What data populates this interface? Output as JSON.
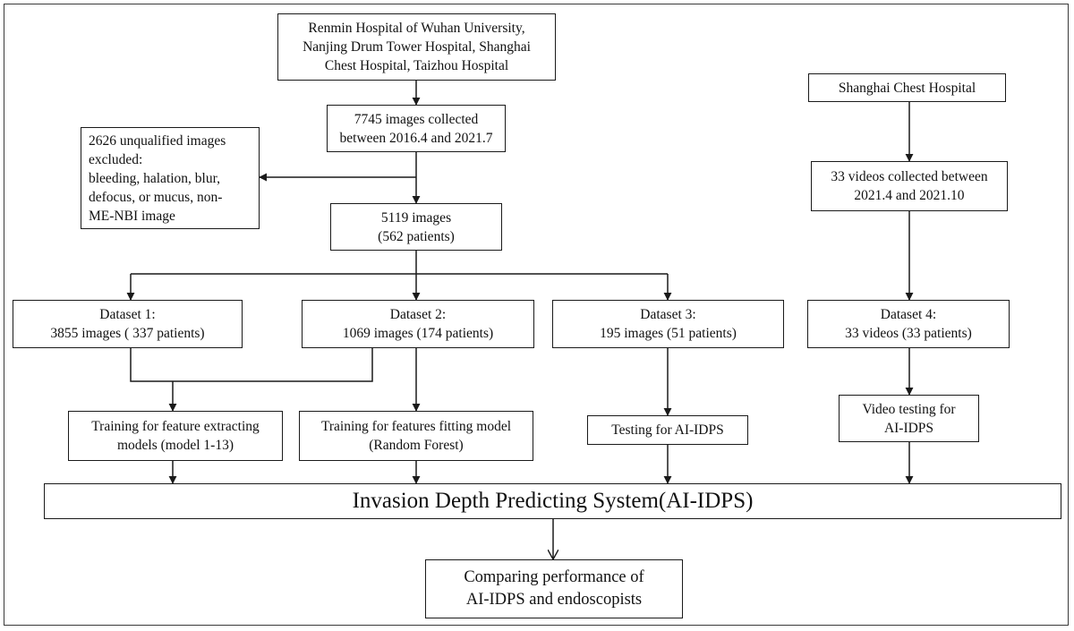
{
  "nodes": {
    "hospitals": [
      "Renmin Hospital of Wuhan University,",
      "Nanjing Drum Tower Hospital, Shanghai",
      "Chest Hospital, Taizhou  Hospital"
    ],
    "collected_images": [
      "7745 images collected",
      "between 2016.4 and 2021.7"
    ],
    "excluded": [
      "2626 unqualified images",
      "excluded:",
      "bleeding, halation, blur,",
      "defocus, or mucus, non-",
      "ME-NBI image"
    ],
    "images_5119": [
      "5119 images",
      "(562 patients)"
    ],
    "shanghai": [
      "Shanghai Chest Hospital"
    ],
    "videos_collected": [
      "33 videos collected  between",
      "2021.4 and 2021.10"
    ],
    "dataset1": [
      "Dataset 1:",
      "3855 images ( 337 patients)"
    ],
    "dataset2": [
      "Dataset 2:",
      "1069 images (174 patients)"
    ],
    "dataset3": [
      "Dataset 3:",
      "195 images (51 patients)"
    ],
    "dataset4": [
      "Dataset 4:",
      "33 videos (33 patients)"
    ],
    "train_extract": [
      "Training for feature extracting",
      "models (model 1-13)"
    ],
    "train_fit": [
      "Training for features fitting model",
      "(Random Forest)"
    ],
    "testing": [
      "Testing for AI-IDPS"
    ],
    "video_testing": [
      "Video testing for",
      "AI-IDPS"
    ],
    "system": [
      "Invasion Depth Predicting System(AI-IDPS)"
    ],
    "comparing": [
      "Comparing performance of",
      "AI-IDPS and endoscopists"
    ]
  }
}
